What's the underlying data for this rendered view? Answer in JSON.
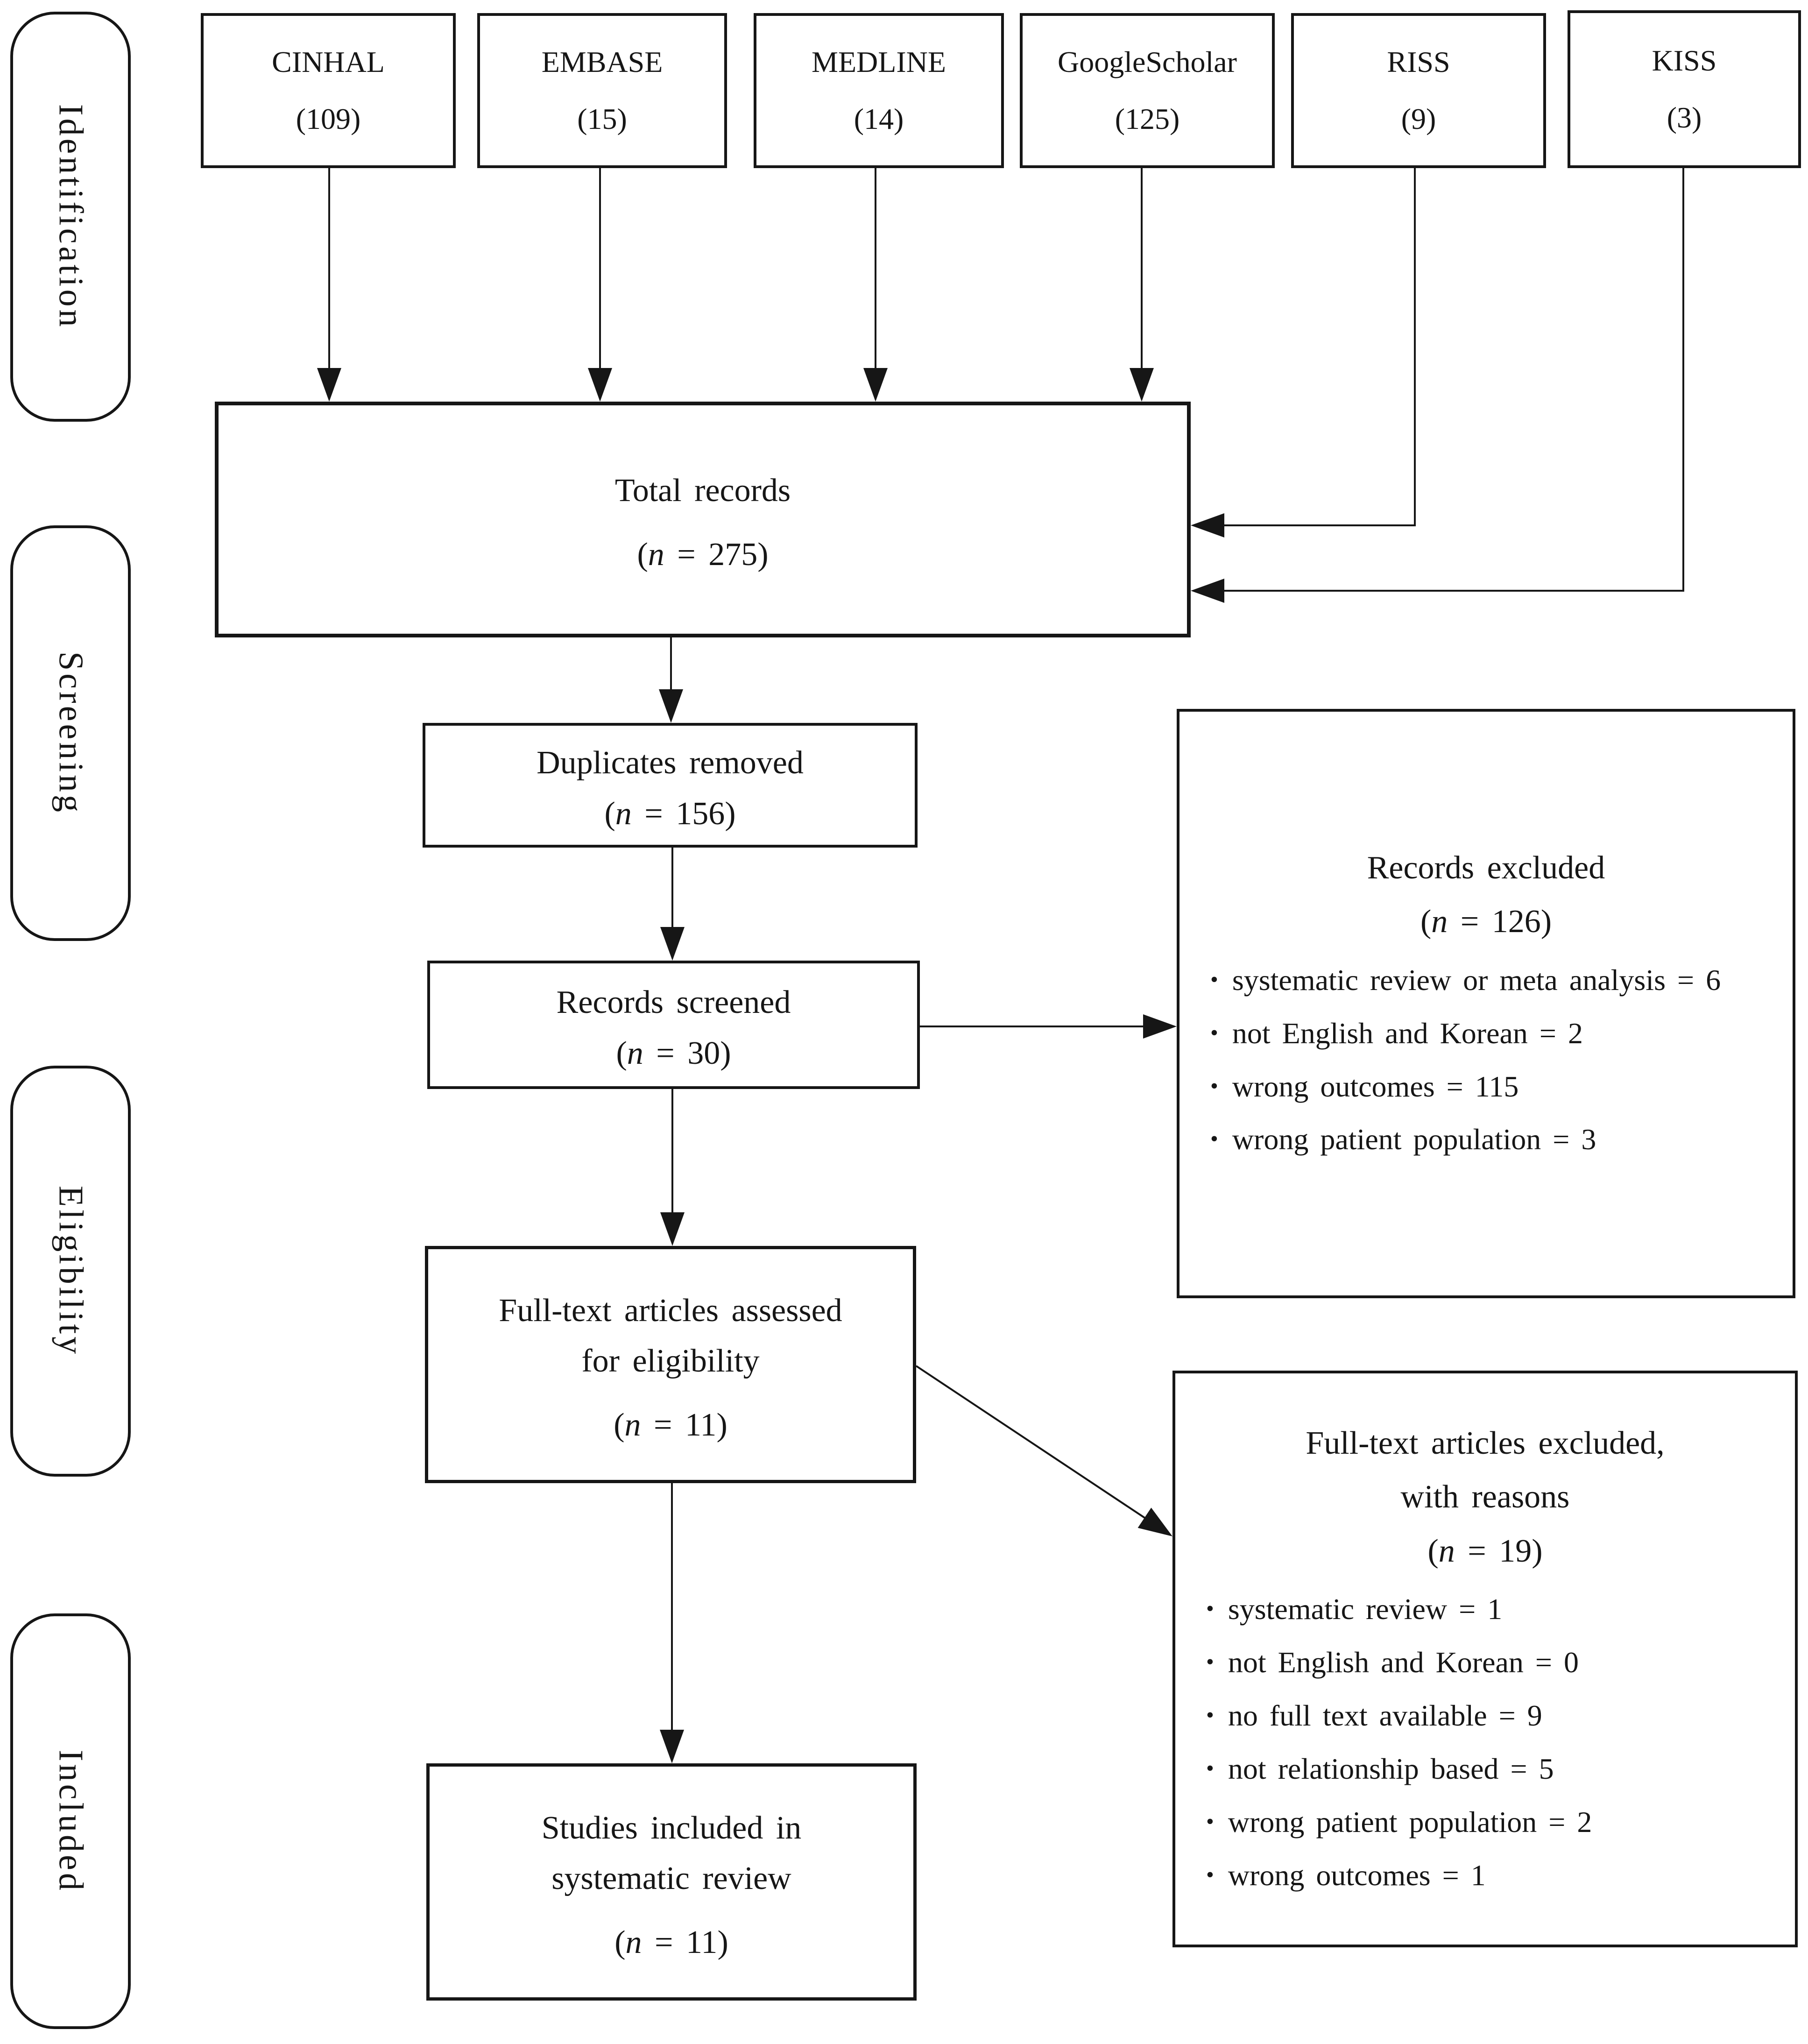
{
  "stages": [
    {
      "label": "Identification"
    },
    {
      "label": "Screening"
    },
    {
      "label": "Eligibility"
    },
    {
      "label": "Included"
    }
  ],
  "sources": [
    {
      "name": "CINHAL",
      "count": "(109)"
    },
    {
      "name": "EMBASE",
      "count": "(15)"
    },
    {
      "name": "MEDLINE",
      "count": "(14)"
    },
    {
      "name": "GoogleScholar",
      "count": "(125)"
    },
    {
      "name": "RISS",
      "count": "(9)"
    },
    {
      "name": "KISS",
      "count": "(3)"
    }
  ],
  "syntax": {
    "open": "(",
    "var": "n",
    "eq": " = ",
    "close": ")"
  },
  "bullet": "•",
  "total": {
    "title": "Total records",
    "n": "275"
  },
  "duplicates": {
    "title": "Duplicates removed",
    "n": "156"
  },
  "screened": {
    "title": "Records screened",
    "n": "30"
  },
  "fulltext": {
    "line1": "Full-text articles assessed",
    "line2": "for eligibility",
    "n": "11"
  },
  "studies": {
    "line1": "Studies included in",
    "line2": "systematic review",
    "n": "11"
  },
  "records_excluded": {
    "title": "Records excluded",
    "n": "126",
    "reasons": [
      "systematic review or meta analysis = 6",
      "not English and Korean = 2",
      "wrong outcomes = 115",
      "wrong patient population = 3"
    ]
  },
  "fulltext_excluded": {
    "line1": "Full-text articles excluded,",
    "line2": "with reasons",
    "n": "19",
    "reasons": [
      "systematic review = 1",
      "not English and Korean = 0",
      "no full text available = 9",
      "not relationship based = 5",
      "wrong patient population = 2",
      "wrong outcomes = 1"
    ]
  }
}
